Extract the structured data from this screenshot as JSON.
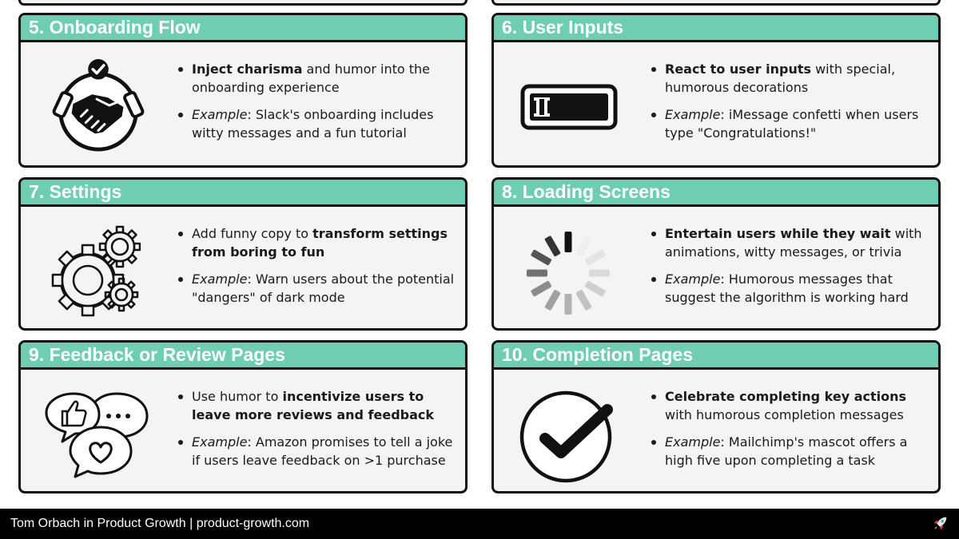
{
  "cards": [
    {
      "title": "5. Onboarding Flow",
      "icon": "handshake-icon",
      "b1": {
        "bold": "Inject charisma",
        "rest": " and humor into the onboarding experience"
      },
      "b2": {
        "label": "Example",
        "rest": ": Slack's onboarding includes witty messages and a fun tutorial"
      }
    },
    {
      "title": "6. User Inputs",
      "icon": "text-input-icon",
      "b1": {
        "bold": "React to user inputs",
        "rest": " with special, humorous decorations"
      },
      "b2": {
        "label": "Example",
        "rest": ": iMessage confetti when users type \"Congratulations!\""
      }
    },
    {
      "title": "7. Settings",
      "icon": "gears-icon",
      "b1": {
        "pre": "Add funny copy to ",
        "bold": "transform settings from boring to fun"
      },
      "b2": {
        "label": "Example",
        "rest": ": Warn users about the potential \"dangers\" of dark mode"
      }
    },
    {
      "title": "8. Loading Screens",
      "icon": "loading-spinner-icon",
      "b1": {
        "bold": "Entertain users while they wait",
        "rest": " with animations, witty messages, or trivia"
      },
      "b2": {
        "label": "Example",
        "rest": ": Humorous messages that suggest the algorithm is working hard"
      }
    },
    {
      "title": "9. Feedback or Review Pages",
      "icon": "feedback-bubbles-icon",
      "b1": {
        "pre": "Use humor to ",
        "bold": "incentivize users to leave more reviews and feedback"
      },
      "b2": {
        "label": "Example",
        "rest": ": Amazon promises to tell a joke if users leave feedback on >1 purchase"
      }
    },
    {
      "title": "10. Completion Pages",
      "icon": "checkmark-circle-icon",
      "b1": {
        "bold": "Celebrate completing key actions",
        "rest": " with humorous completion messages"
      },
      "b2": {
        "label": "Example",
        "rest": ": Mailchimp's mascot offers a high five upon completing a task"
      }
    }
  ],
  "footer": {
    "text": "Tom Orbach in Product Growth | product-growth.com",
    "icon": "rocket-icon"
  },
  "colors": {
    "header": "#6fcdb4",
    "card_bg": "#f4f4f4",
    "border": "#111111",
    "footer_bg": "#000000"
  }
}
